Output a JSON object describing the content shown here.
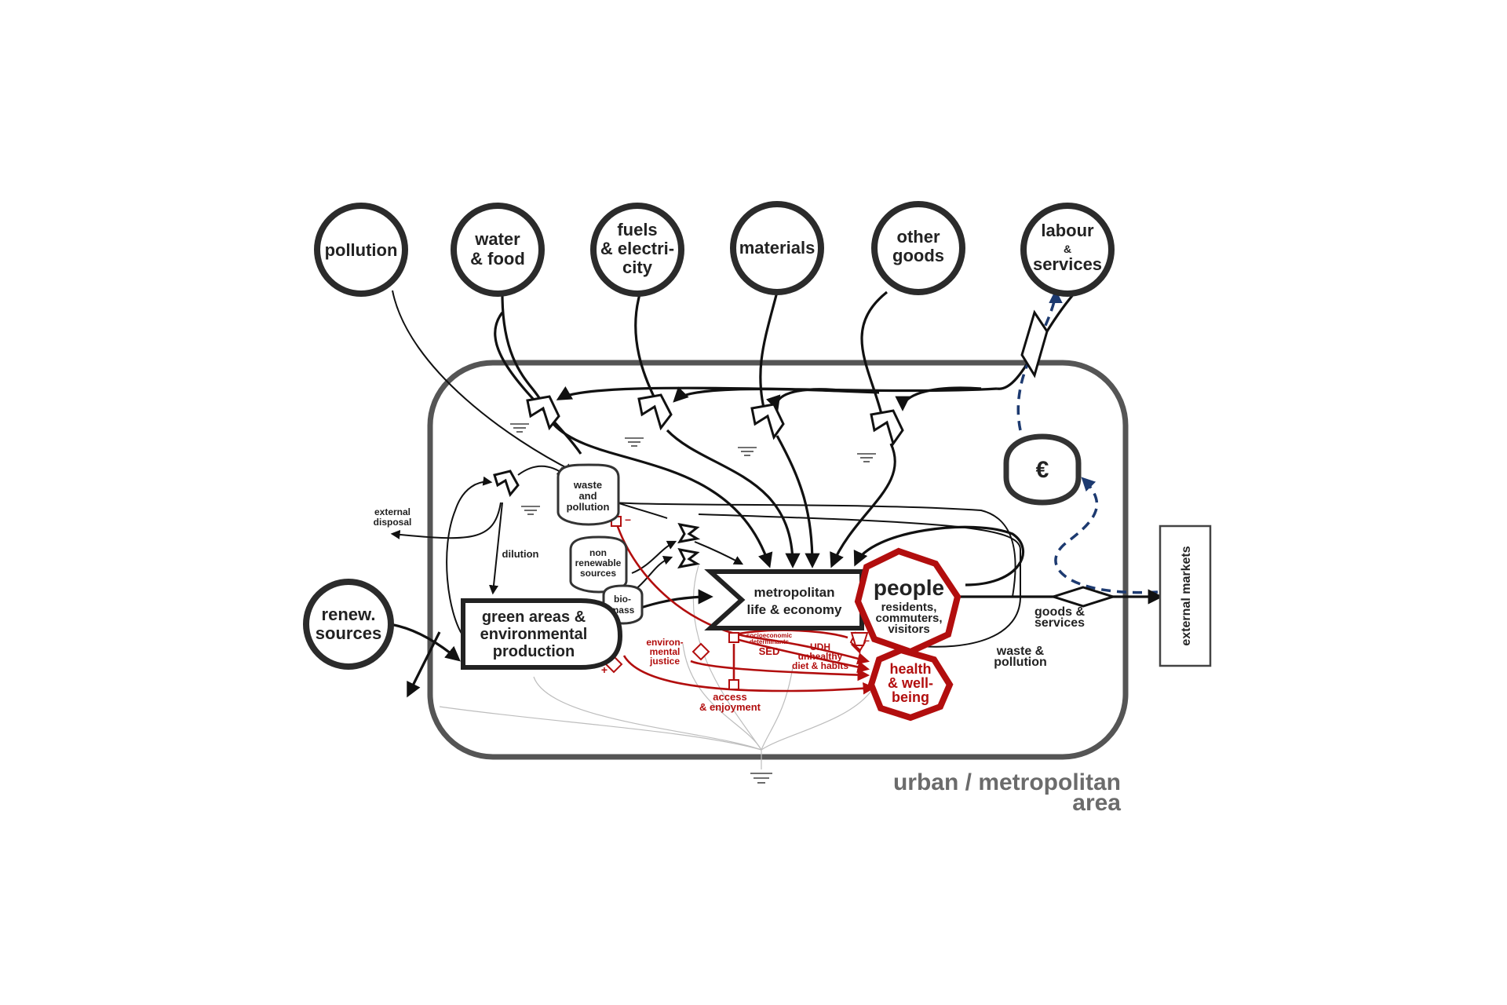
{
  "sources": {
    "pollution": "pollution",
    "water_1": "water",
    "water_2": "& food",
    "fuels_1": "fuels",
    "fuels_2": "& electri-",
    "fuels_3": "city",
    "materials": "materials",
    "other_1": "other",
    "other_2": "goods",
    "labour_1": "labour",
    "labour_2": "&",
    "labour_3": "services",
    "renew_1": "renew.",
    "renew_2": "sources"
  },
  "storages": {
    "waste_1": "waste",
    "waste_2": "and",
    "waste_3": "pollution",
    "nonren_1": "non",
    "nonren_2": "renewable",
    "nonren_3": "sources",
    "bio_1": "bio-",
    "bio_2": "mass",
    "money": "€"
  },
  "producers": {
    "green_1": "green areas &",
    "green_2": "environmental",
    "green_3": "production",
    "metro_1": "metropolitan",
    "metro_2": "life & economy"
  },
  "consumers": {
    "people_1": "people",
    "people_2": "residents,",
    "people_3": "commuters,",
    "people_4": "visitors",
    "health_1": "health",
    "health_2": "& well-",
    "health_3": "being"
  },
  "flow_labels": {
    "external_disposal_1": "external",
    "external_disposal_2": "disposal",
    "dilution": "dilution",
    "goods_1": "goods &",
    "goods_2": "services",
    "waste_out_1": "waste &",
    "waste_out_2": "pollution",
    "env_justice_1": "environ-",
    "env_justice_2": "mental",
    "env_justice_3": "justice",
    "socio_1": "socioeconomic",
    "socio_2": "determinants",
    "sed": "SED",
    "udh_1": "UDH",
    "udh_2": "unhealthy",
    "udh_3": "diet & habits",
    "access_1": "access",
    "access_2": "& enjoyment",
    "minus_1": "–",
    "minus_2": "–",
    "plus": "+"
  },
  "external_markets": "external markets",
  "boundary": {
    "line_1": "urban / metropolitan",
    "line_2": "area"
  },
  "colors": {
    "ink": "#222222",
    "health_red": "#b20e0e",
    "money_blue": "#1d3a70",
    "boundary_grey": "#555555"
  }
}
